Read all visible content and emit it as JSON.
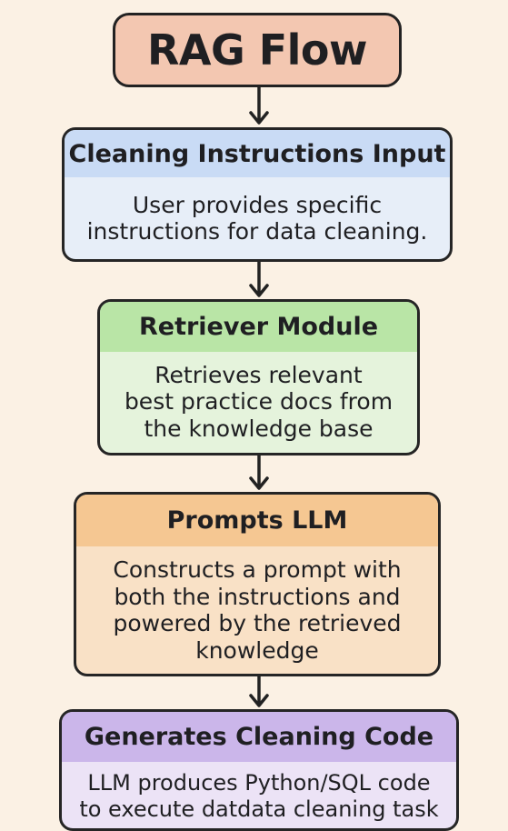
{
  "title": "RAG Flow",
  "steps": [
    {
      "heading": "Cleaning Instructions Input",
      "lines": [
        "User provides specific",
        "instructions for data cleaning."
      ]
    },
    {
      "heading": "Retriever Module",
      "lines": [
        "Retrieves relevant",
        "best practice docs from",
        "the knowledge base"
      ]
    },
    {
      "heading": "Prompts LLM",
      "lines": [
        "Constructs a prompt with",
        "both the instructions and",
        "powered by the retrieved",
        "knowledge"
      ]
    },
    {
      "heading": "Generates Cleaning Code",
      "lines": [
        "LLM produces Python/SQL code",
        "to execute datdata cleaning task"
      ]
    }
  ],
  "colors": {
    "background": "#fbf1e4",
    "title_fill": "#f3c7b1",
    "step1_header": "#c9dbf5",
    "step2_header": "#b9e5a6",
    "step3_header": "#f5c792",
    "step4_header": "#cbb6ea",
    "stroke": "#222222"
  }
}
